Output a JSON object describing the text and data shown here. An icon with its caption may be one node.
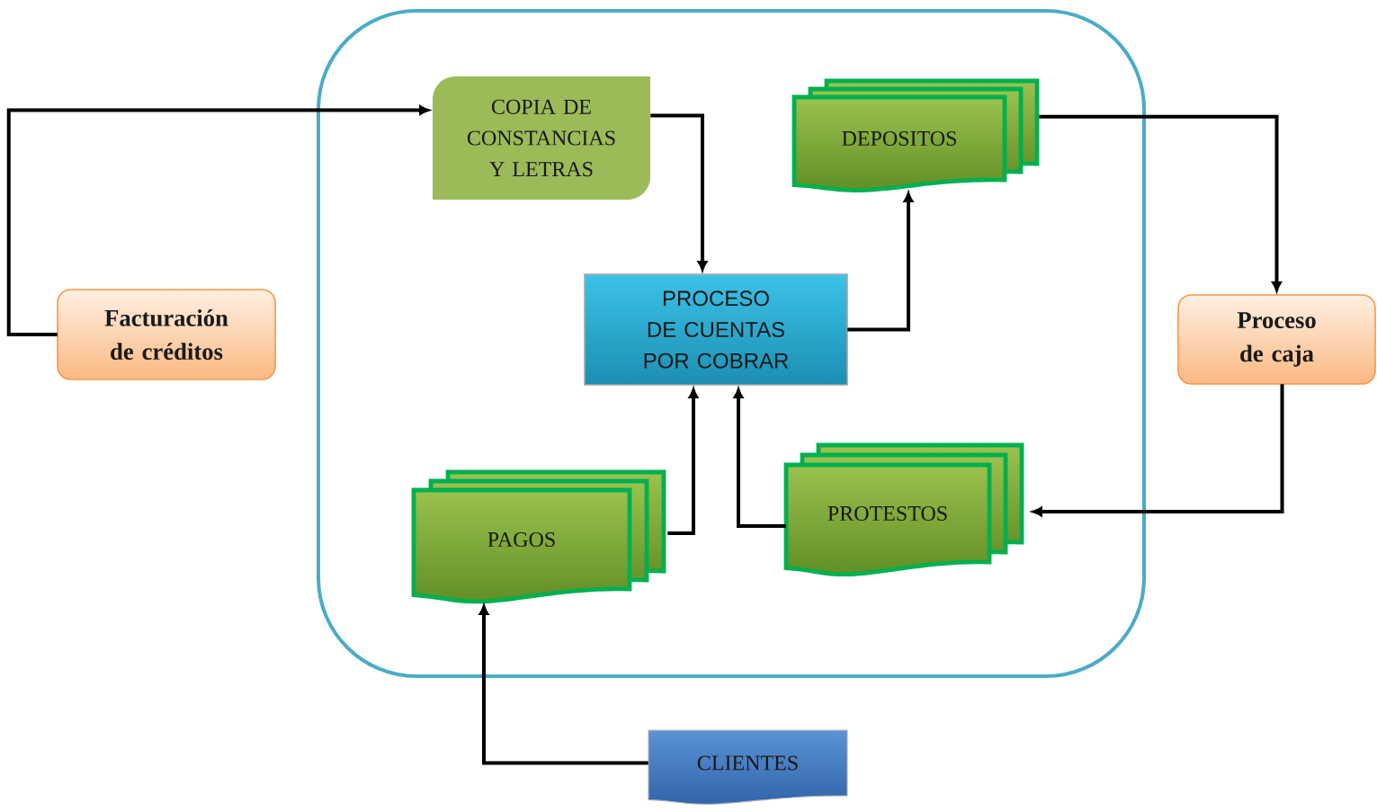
{
  "diagram": {
    "nodes": [
      {
        "text": [],
        "shape": "box"
      },
      {
        "text": [
          "COPIA DE CONSTANCIAS Y LETRAS"
        ],
        "in": 0
      },
      {
        "text": [
          "DEPOSITOS"
        ],
        "in": 0
      },
      {
        "text": [
          "Facturación de créditos"
        ]
      },
      {
        "text": [
          "PROCESO DE CUENTAS POR COBRAR"
        ],
        "in": 0
      },
      {
        "text": [
          "Proceso de caja"
        ]
      },
      {
        "text": [
          "PAGOS"
        ],
        "in": 0
      },
      {
        "text": [
          "PROTESTOS"
        ],
        "in": 0
      },
      {
        "text": [
          "CLIENTES"
        ]
      }
    ],
    "edges": [
      {
        "from": 3,
        "to": 1,
        "arrow": "to"
      },
      {
        "from": 1,
        "to": 4,
        "arrow": "to"
      },
      {
        "from": 4,
        "to": 2,
        "arrow": "to"
      },
      {
        "from": 2,
        "to": 5,
        "arrow": "to"
      },
      {
        "from": 5,
        "to": 7,
        "arrow": "to"
      },
      {
        "from": 6,
        "to": 4,
        "arrow": "to"
      },
      {
        "from": 7,
        "to": 4,
        "arrow": "to"
      },
      {
        "from": 8,
        "to": 6,
        "arrow": "to"
      }
    ]
  }
}
